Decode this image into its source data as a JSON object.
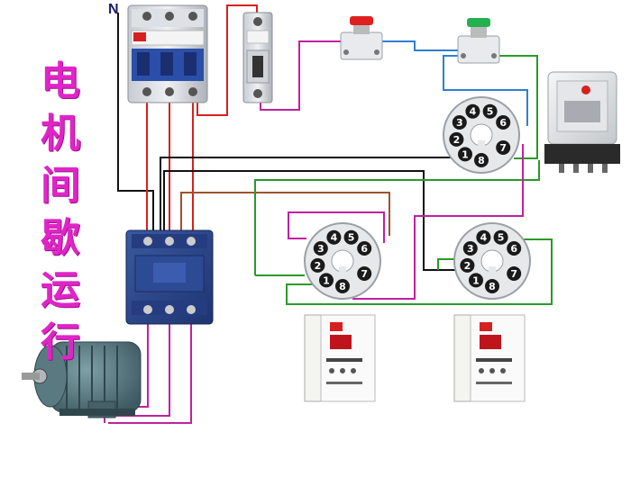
{
  "title_chars": [
    "电",
    "机",
    "间",
    "歇",
    "运",
    "行"
  ],
  "neutral_label": "N",
  "socket_top_pins": [
    "1",
    "2",
    "3",
    "4",
    "5",
    "6",
    "7",
    "8"
  ],
  "socket_left_pins": [
    "1",
    "2",
    "3",
    "4",
    "5",
    "6",
    "7",
    "8"
  ],
  "socket_right_pins": [
    "1",
    "2",
    "3",
    "4",
    "5",
    "6",
    "7",
    "8"
  ],
  "colors": {
    "title": "#e025c8",
    "wire_red": "#d62020",
    "wire_black": "#111111",
    "wire_green": "#2a9a2a",
    "wire_blue": "#2f7fd0",
    "wire_brown": "#a0522d",
    "wire_magenta": "#c020a0",
    "stop_button": "#e02020",
    "start_button": "#22b14c"
  }
}
